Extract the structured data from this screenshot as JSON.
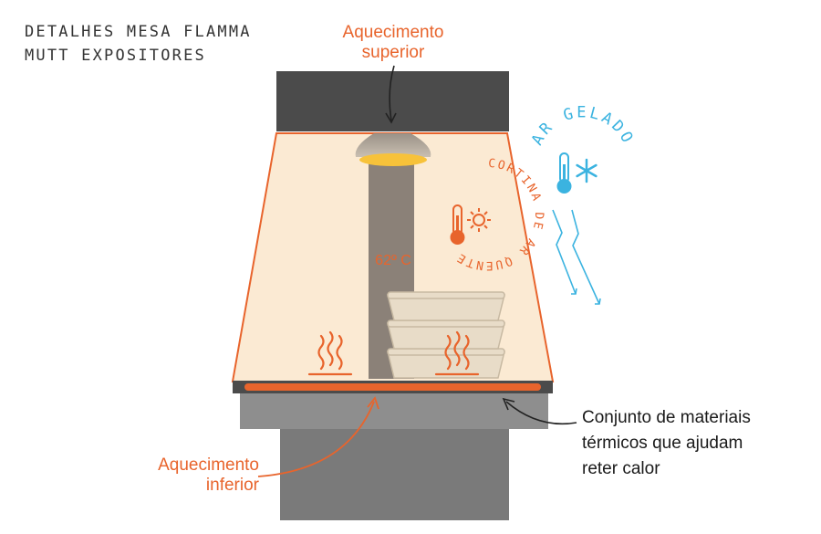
{
  "title": {
    "line1": "DETALHES MESA FLAMMA",
    "line2": "MUTT EXPOSITORES"
  },
  "labels": {
    "top_heating_1": "Aquecimento",
    "top_heating_2": "superior",
    "bottom_heating_1": "Aquecimento",
    "bottom_heating_2": "inferior",
    "materials_1": "Conjunto de materiais",
    "materials_2": "térmicos que ajudam",
    "materials_3": "reter calor",
    "temperature": "62º C",
    "hot_curtain": "CORTINA DE AR QUENTE",
    "cold_air": "AR GELADO"
  },
  "colors": {
    "accent_orange": "#e8642c",
    "cold_blue": "#3bb3e0",
    "dark_hood": "#4b4b4b",
    "glass_fill": "#fbead3",
    "base_gray": "#8c8c8c"
  },
  "icons": {
    "hot": "thermometer-sun-icon",
    "cold": "thermometer-snowflake-icon",
    "steam": "heat-waves-icon"
  }
}
